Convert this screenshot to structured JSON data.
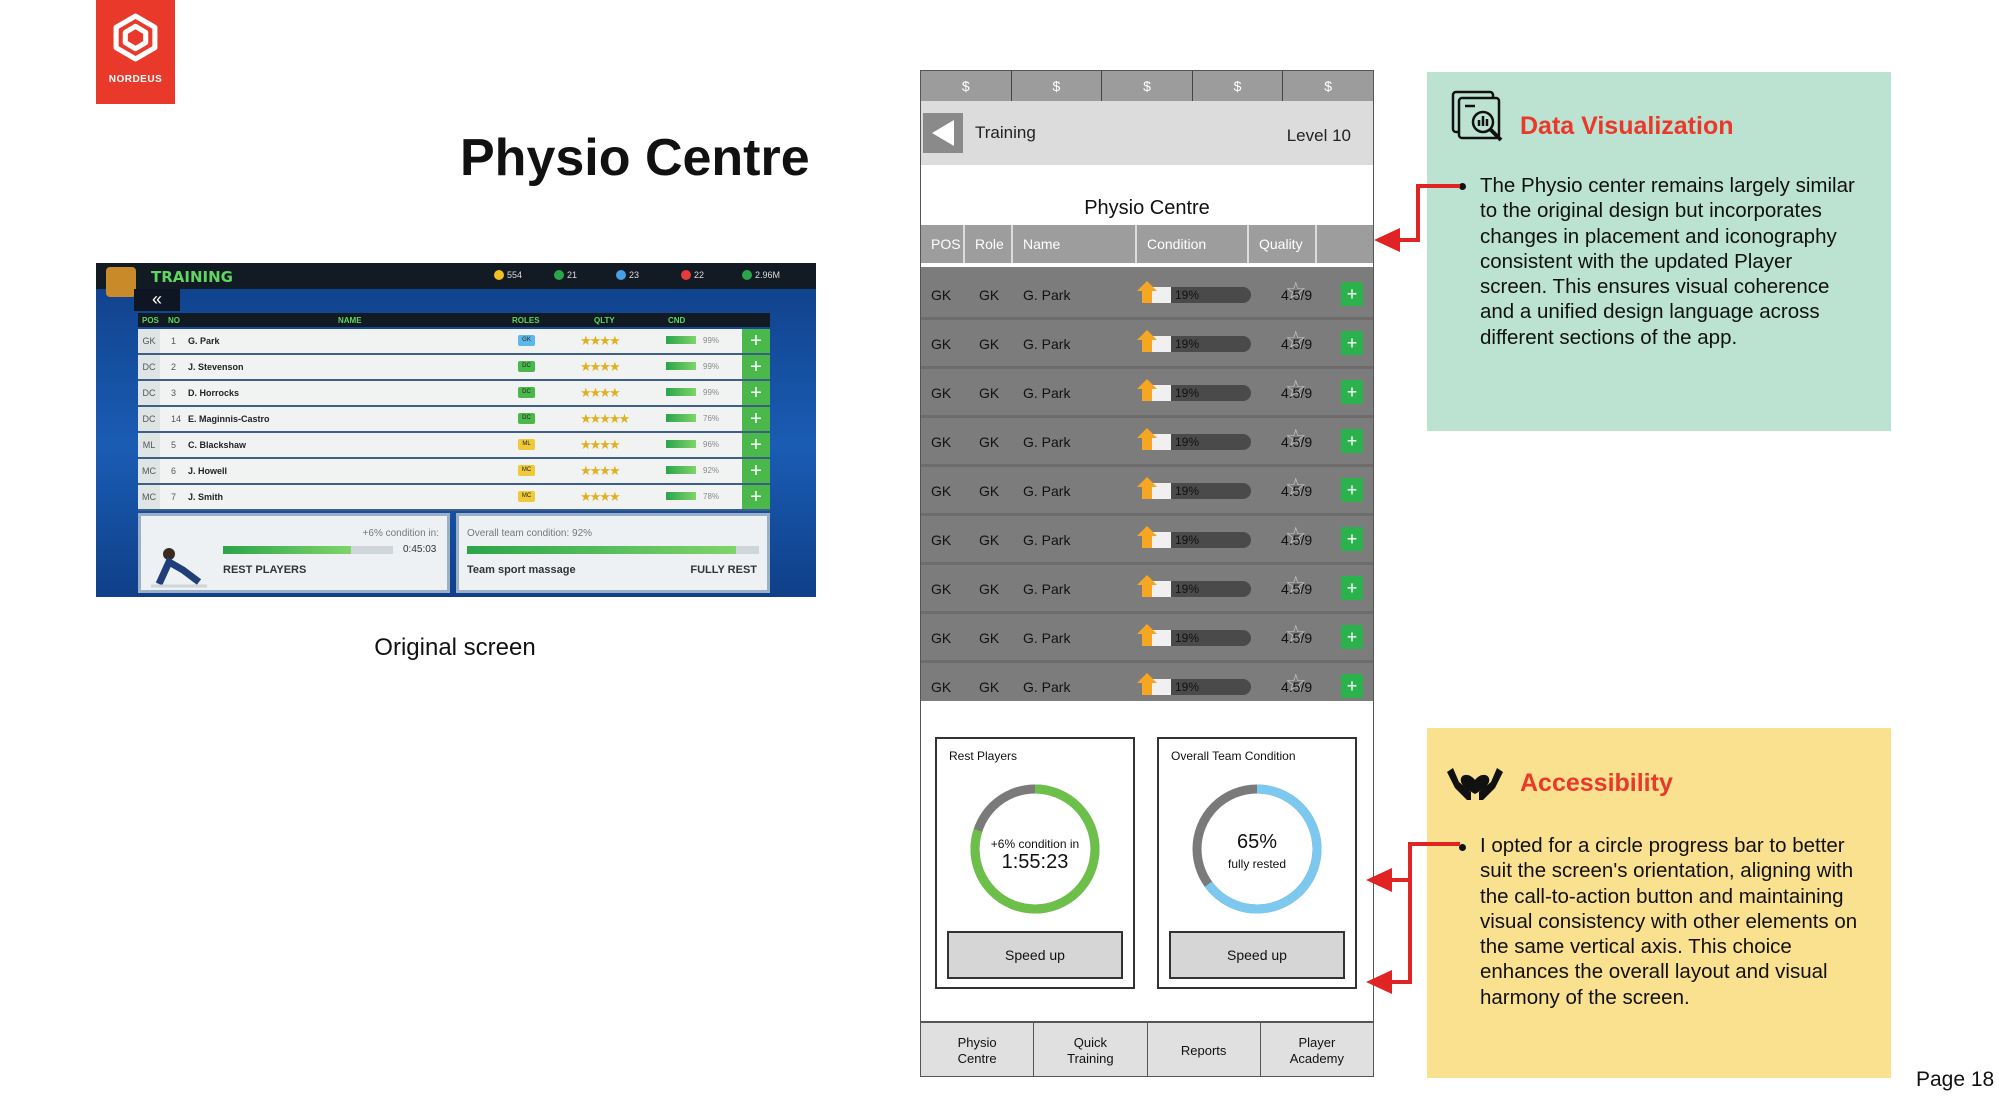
{
  "brand": {
    "logo_text": "NORDEUS",
    "color": "#e8392b"
  },
  "page_title": "Physio Centre",
  "original_caption": "Original screen",
  "page_number": "Page 18",
  "original_screen": {
    "title": "TRAINING",
    "resources": [
      "554",
      "21",
      "23",
      "22",
      "2.96M"
    ],
    "headers": {
      "pos": "POS",
      "no": "NO",
      "name": "NAME",
      "roles": "ROLES",
      "qlty": "QLTY",
      "cnd": "CND"
    },
    "rows": [
      {
        "pos": "GK",
        "no": "1",
        "name": "G. Park",
        "role": "GK",
        "role_color": "#5cb8e6",
        "stars": "★★★★",
        "cnd": "99%"
      },
      {
        "pos": "DC",
        "no": "2",
        "name": "J. Stevenson",
        "role": "DC",
        "role_color": "#4ab84a",
        "stars": "★★★★",
        "cnd": "99%"
      },
      {
        "pos": "DC",
        "no": "3",
        "name": "D. Horrocks",
        "role": "DC",
        "role_color": "#4ab84a",
        "stars": "★★★★",
        "cnd": "99%"
      },
      {
        "pos": "DC",
        "no": "14",
        "name": "E. Maginnis-Castro",
        "role": "DC",
        "role_color": "#4ab84a",
        "stars": "★★★★★",
        "cnd": "76%"
      },
      {
        "pos": "ML",
        "no": "5",
        "name": "C. Blackshaw",
        "role": "ML",
        "role_color": "#f0c93a",
        "stars": "★★★★",
        "cnd": "96%"
      },
      {
        "pos": "MC",
        "no": "6",
        "name": "J. Howell",
        "role": "MC",
        "role_color": "#f0c93a",
        "stars": "★★★★",
        "cnd": "92%"
      },
      {
        "pos": "MC",
        "no": "7",
        "name": "J. Smith",
        "role": "MC",
        "role_color": "#f0c93a",
        "stars": "★★★★",
        "cnd": "78%"
      }
    ],
    "rest_panel": {
      "label": "+6% condition in:",
      "time": "0:45:03",
      "button": "REST PLAYERS",
      "progress": 0.75
    },
    "team_panel": {
      "label": "Overall team condition: 92%",
      "progress": 0.92,
      "left": "Team sport massage",
      "right": "FULLY REST"
    }
  },
  "phone": {
    "currency": [
      "$",
      "$",
      "$",
      "$",
      "$"
    ],
    "nav_title": "Training",
    "level": "Level 10",
    "screen_title": "Physio Centre",
    "columns": [
      "POS",
      "Role",
      "Name",
      "Condition",
      "Quality"
    ],
    "rows": [
      {
        "pos": "GK",
        "role": "GK",
        "name": "G. Park",
        "condition": "19%",
        "quality": "4.5/9",
        "condition_value": 0.19
      },
      {
        "pos": "GK",
        "role": "GK",
        "name": "G. Park",
        "condition": "19%",
        "quality": "4.5/9",
        "condition_value": 0.19
      },
      {
        "pos": "GK",
        "role": "GK",
        "name": "G. Park",
        "condition": "19%",
        "quality": "4.5/9",
        "condition_value": 0.19
      },
      {
        "pos": "GK",
        "role": "GK",
        "name": "G. Park",
        "condition": "19%",
        "quality": "4.5/9",
        "condition_value": 0.19
      },
      {
        "pos": "GK",
        "role": "GK",
        "name": "G. Park",
        "condition": "19%",
        "quality": "4.5/9",
        "condition_value": 0.19
      },
      {
        "pos": "GK",
        "role": "GK",
        "name": "G. Park",
        "condition": "19%",
        "quality": "4.5/9",
        "condition_value": 0.19
      },
      {
        "pos": "GK",
        "role": "GK",
        "name": "G. Park",
        "condition": "19%",
        "quality": "4.5/9",
        "condition_value": 0.19
      },
      {
        "pos": "GK",
        "role": "GK",
        "name": "G. Park",
        "condition": "19%",
        "quality": "4.5/9",
        "condition_value": 0.19
      },
      {
        "pos": "GK",
        "role": "GK",
        "name": "G. Park",
        "condition": "19%",
        "quality": "4.5/9",
        "condition_value": 0.19
      }
    ],
    "rest_card": {
      "title": "Rest Players",
      "line1": "+6% condition in",
      "line2": "1:55:23",
      "progress": 0.8,
      "button": "Speed up"
    },
    "team_card": {
      "title": "Overall Team Condition",
      "line1": "65%",
      "line2": "fully rested",
      "progress": 0.65,
      "button": "Speed up"
    },
    "tabs": [
      "Physio\nCentre",
      "Quick\nTraining",
      "Reports",
      "Player\nAcademy"
    ]
  },
  "notes": {
    "data_viz": {
      "heading": "Data Visualization",
      "body": "The Physio center remains largely similar to the original design but incorporates changes in placement and iconography consistent with the updated Player screen. This ensures visual coherence and a unified design language across different sections of the app."
    },
    "accessibility": {
      "heading": "Accessibility",
      "body": "I opted for a circle progress bar to better suit the screen's orientation, aligning with the call-to-action button and maintaining visual consistency with other elements on the same vertical axis. This choice enhances the overall layout and visual harmony of the screen."
    }
  },
  "colors": {
    "accent_red": "#e8392b",
    "note_green": "#bce2d2",
    "note_yellow": "#fae190",
    "add_green": "#2bb24c",
    "ring_green": "#6cc04a",
    "ring_blue": "#7cc8ee"
  }
}
